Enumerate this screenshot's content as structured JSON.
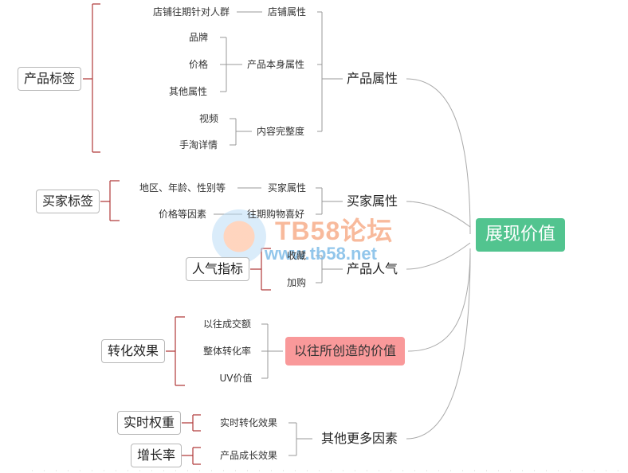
{
  "root": {
    "label": "展现价值"
  },
  "branches": [
    {
      "label": "产品属性",
      "subs": [
        {
          "label": "店铺属性",
          "leaves": [
            "店铺往期针对人群"
          ]
        },
        {
          "label": "产品本身属性",
          "leaves": [
            "品牌",
            "价格",
            "其他属性"
          ]
        },
        {
          "label": "内容完整度",
          "leaves": [
            "视频",
            "手淘详情"
          ]
        }
      ]
    },
    {
      "label": "买家属性",
      "subs": [
        {
          "label": "买家属性",
          "leaves": [
            "地区、年龄、性别等"
          ]
        },
        {
          "label": "往期购物喜好",
          "leaves": [
            "价格等因素"
          ]
        }
      ]
    },
    {
      "label": "产品人气",
      "leaves": [
        "收藏",
        "加购"
      ]
    },
    {
      "label": "以往所创造的价值",
      "leaves": [
        "以往成交额",
        "整体转化率",
        "UV价值"
      ]
    },
    {
      "label": "其他更多因素",
      "leaves": [
        "实时转化效果",
        "产品成长效果"
      ]
    }
  ],
  "tags": {
    "product": "产品标签",
    "buyer": "买家标签",
    "popularity": "人气指标",
    "conversion": "转化效果",
    "realtime": "实时权重",
    "growth": "增长率"
  },
  "watermark": {
    "title": "TB58论坛",
    "url": "www.tb58.net"
  },
  "colors": {
    "root": "#52c48f",
    "highlight": "#f9999a",
    "bracket": "#b03a3a",
    "line": "#a6a6a6"
  }
}
